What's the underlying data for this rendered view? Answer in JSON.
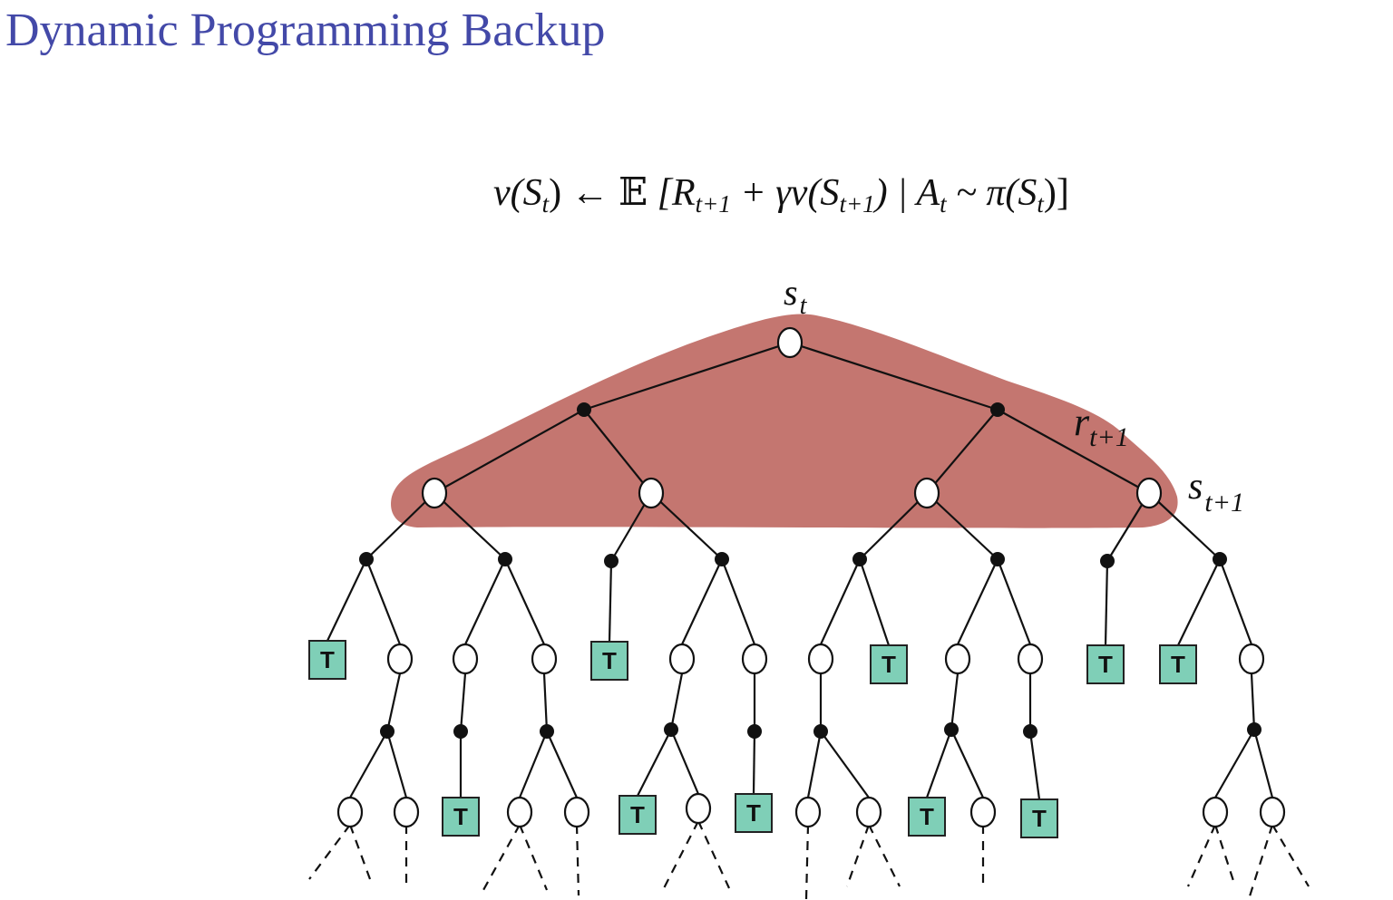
{
  "title": "Dynamic Programming Backup",
  "formula": {
    "lhs": "v(S",
    "lhs_sub": "t",
    "lhs_close": ")",
    "arrow": "←",
    "expect": "𝔼",
    "part1": "[R",
    "part1_sub": "t+1",
    "part2": " + γv(S",
    "part2_sub": "t+1",
    "part3": ") | A",
    "part3_sub": "t",
    "part4": " ~ π(S",
    "part4_sub": "t",
    "part5": ")]"
  },
  "labels": {
    "root": "s",
    "root_sub": "t",
    "reward": "r",
    "reward_sub": "t+1",
    "next_state": "s",
    "next_state_sub": "t+1",
    "terminal": "T"
  },
  "colors": {
    "highlight": "#c47670",
    "terminal_fill": "#7fcfb7",
    "title": "#4349a8"
  }
}
